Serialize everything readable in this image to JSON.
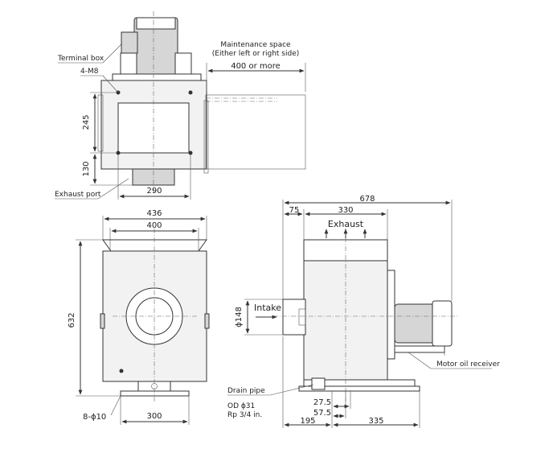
{
  "top_view": {
    "terminal_box": "Terminal box",
    "bolts": "4-M8",
    "maintenance_title": "Maintenance space",
    "maintenance_sub": "(Either left or right side)",
    "maintenance_dim": "400 or more",
    "dim_245": "245",
    "dim_130": "130",
    "dim_290": "290",
    "exhaust_port": "Exhaust port"
  },
  "front_view": {
    "dim_436": "436",
    "dim_400": "400",
    "dim_632": "632",
    "holes": "8-ϕ10",
    "dim_300": "300"
  },
  "side_view": {
    "dim_678": "678",
    "dim_75": "75",
    "dim_330": "330",
    "exhaust": "Exhaust",
    "intake": "Intake",
    "intake_dia": "ϕ148",
    "motor_oil": "Motor oil receiver",
    "drain_pipe": "Drain pipe",
    "drain_od": "OD ϕ31",
    "drain_rp": "Rp 3/4 in.",
    "dim_27_5": "27.5",
    "dim_57_5": "57.5",
    "dim_195": "195",
    "dim_335": "335"
  }
}
